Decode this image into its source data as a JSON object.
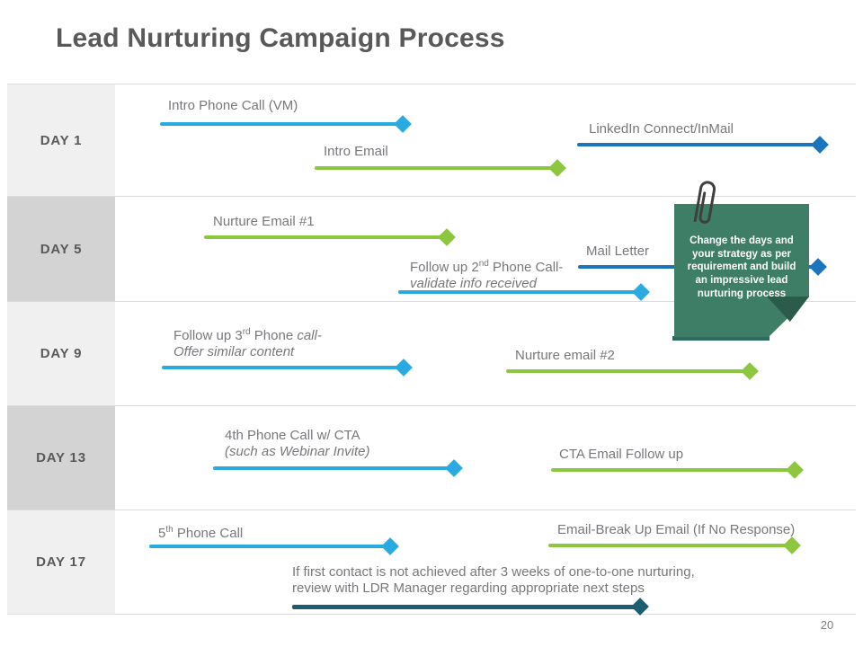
{
  "title": "Lead Nurturing Campaign Process",
  "page_number": "20",
  "days": [
    "DAY 1",
    "DAY 5",
    "DAY 9",
    "DAY 13",
    "DAY 17"
  ],
  "palette": {
    "light_blue": "#29abe2",
    "green": "#8dc63f",
    "dark_blue": "#1c75bc",
    "dark_teal": "#1d5d72",
    "note_green": "#3f7e66",
    "note_fold": "#2b5b4b",
    "row_light": "#f0f0f0",
    "row_dark": "#d3d3d3",
    "text_gray": "#77787b",
    "heading_gray": "#595959"
  },
  "activities": {
    "intro_phone": {
      "label": "Intro Phone Call (VM)"
    },
    "intro_email": {
      "label": "Intro Email"
    },
    "linkedin": {
      "label": "LinkedIn Connect/InMail"
    },
    "nurture_email_1": {
      "label": "Nurture Email #1"
    },
    "followup_2nd": {
      "label_a": "Follow up 2",
      "label_sup": "nd",
      "label_b": " Phone Call-",
      "sub": "validate info received"
    },
    "mail_letter": {
      "label": "Mail Letter"
    },
    "followup_3rd": {
      "label_a": "Follow up 3",
      "label_sup": "rd",
      "label_b": " Phone ",
      "label_it": "call-",
      "sub": "Offer similar content"
    },
    "nurture_email_2": {
      "label": "Nurture email #2"
    },
    "phone_4th": {
      "label": "4th Phone Call w/ CTA",
      "sub": "(such as Webinar Invite)"
    },
    "cta_email": {
      "label": "CTA Email Follow up"
    },
    "phone_5th": {
      "label_a": "5",
      "label_sup": "th",
      "label_b": " Phone Call"
    },
    "breakup_email": {
      "label": "Email-Break Up Email (If No Response)"
    },
    "final_note": {
      "line1": "If first contact is not achieved after 3 weeks of one-to-one nurturing,",
      "line2": "review with LDR Manager regarding appropriate next steps"
    },
    "sticky_note": {
      "text": "Change the days and your strategy as per requirement and build an impressive lead nurturing process"
    }
  }
}
